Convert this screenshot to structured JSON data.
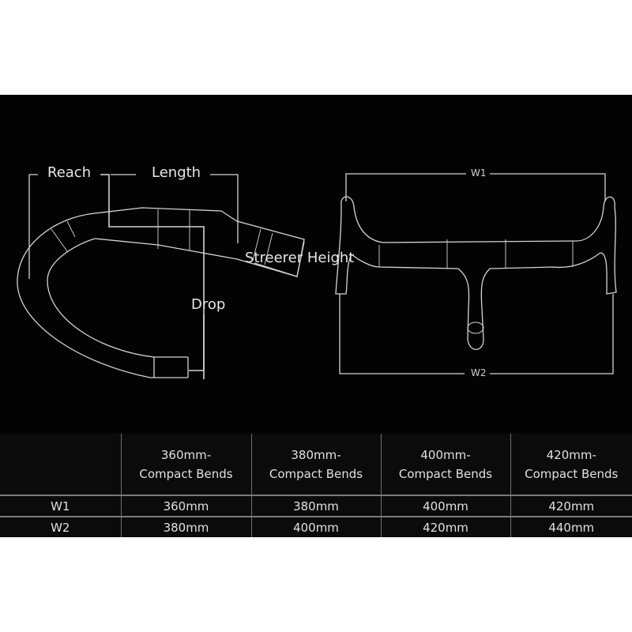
{
  "diagram": {
    "side_view_labels": {
      "reach": "Reach",
      "length": "Length",
      "steerer_height": "Streerer Height",
      "drop": "Drop"
    },
    "front_view_labels": {
      "w1": "W1",
      "w2": "W2"
    },
    "colors": {
      "background": "#040303",
      "line": "#d9d9d9",
      "text": "#e6e6e6"
    }
  },
  "table": {
    "columns": [
      {
        "line1": "",
        "line2": ""
      },
      {
        "line1": "360mm-",
        "line2": "Compact Bends"
      },
      {
        "line1": "380mm-",
        "line2": "Compact Bends"
      },
      {
        "line1": "400mm-",
        "line2": "Compact Bends"
      },
      {
        "line1": "420mm-",
        "line2": "Compact Bends"
      }
    ],
    "rows": [
      {
        "label": "W1",
        "values": [
          "360mm",
          "380mm",
          "400mm",
          "420mm"
        ]
      },
      {
        "label": "W2",
        "values": [
          "380mm",
          "400mm",
          "420mm",
          "440mm"
        ]
      }
    ]
  }
}
